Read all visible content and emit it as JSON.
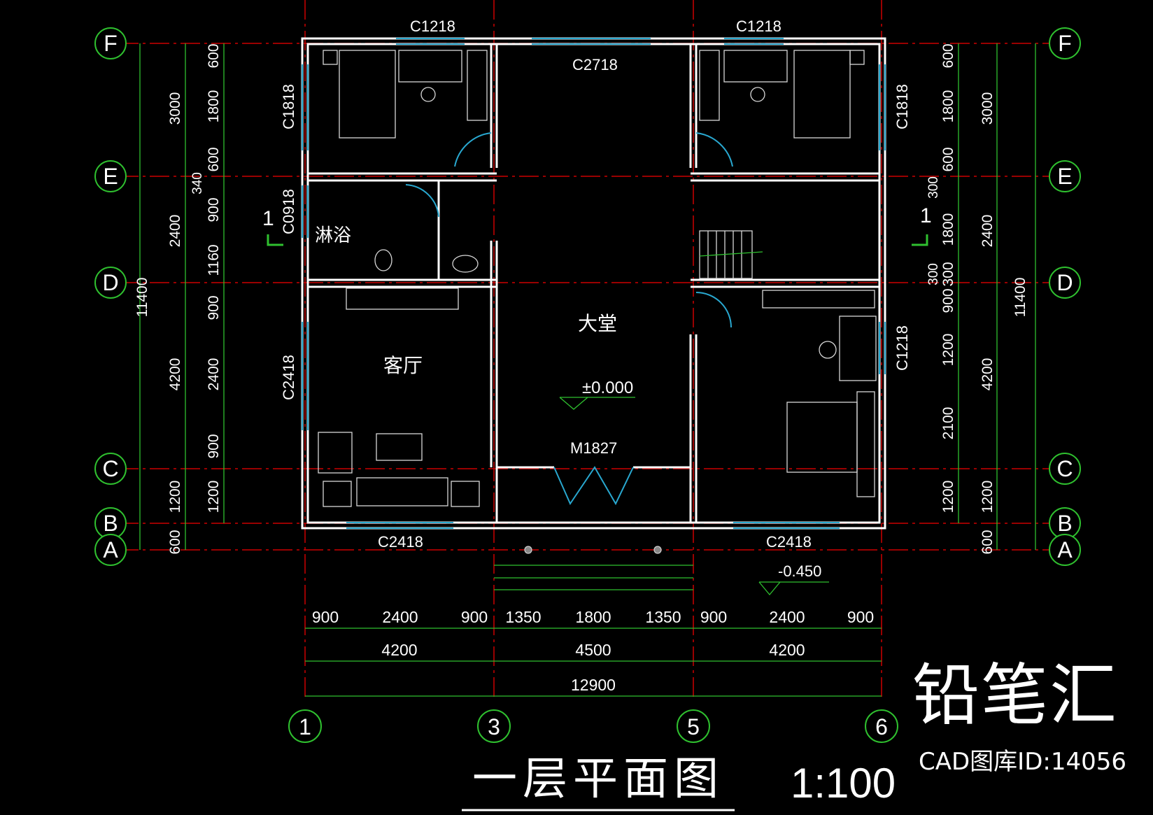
{
  "drawing": {
    "title": "一层平面图",
    "scale": "1:100"
  },
  "axes": {
    "columns": [
      "1",
      "3",
      "5",
      "6"
    ],
    "rows": [
      "F",
      "E",
      "D",
      "C",
      "B",
      "A"
    ]
  },
  "windows": {
    "top_left": "C1218",
    "top_right": "C1218",
    "top_center": "C2718",
    "left_bedroom": "C1818",
    "right_bedroom": "C1818",
    "bath": "C0918",
    "living": "C2418",
    "right_room": "C1218",
    "bottom_left": "C2418",
    "bottom_right": "C2418",
    "door": "M1827"
  },
  "rooms": {
    "bath": "淋浴",
    "living": "客厅",
    "hall": "大堂"
  },
  "levels": {
    "floor": "±0.000",
    "outside": "-0.450"
  },
  "dims": {
    "bottom_row1": [
      "900",
      "2400",
      "900",
      "1350",
      "1800",
      "1350",
      "900",
      "2400",
      "900"
    ],
    "bottom_row2": [
      "4200",
      "4500",
      "4200"
    ],
    "bottom_total": "12900",
    "left_inner": [
      "600",
      "1800",
      "600",
      "900",
      "1160",
      "900",
      "2400",
      "900",
      "1200"
    ],
    "left_extra": "340",
    "left_outer": [
      "3000",
      "2400",
      "4200",
      "1200",
      "600"
    ],
    "left_total": "11400",
    "right_inner": [
      "600",
      "1800",
      "600",
      "1800",
      "300",
      "900",
      "1200",
      "2100",
      "1200"
    ],
    "right_extra": [
      "300",
      "300"
    ],
    "right_outer": [
      "3000",
      "2400",
      "4200",
      "1200",
      "600"
    ],
    "right_total": "11400"
  },
  "section_mark": "1",
  "watermark": {
    "brand": "铅笔汇",
    "id": "CAD图库ID:14056"
  },
  "colors": {
    "background": "#000000",
    "wall": "#ffffff",
    "grid": "#cc0000",
    "dimension": "#2fc02f",
    "window": "#29a8d0"
  }
}
